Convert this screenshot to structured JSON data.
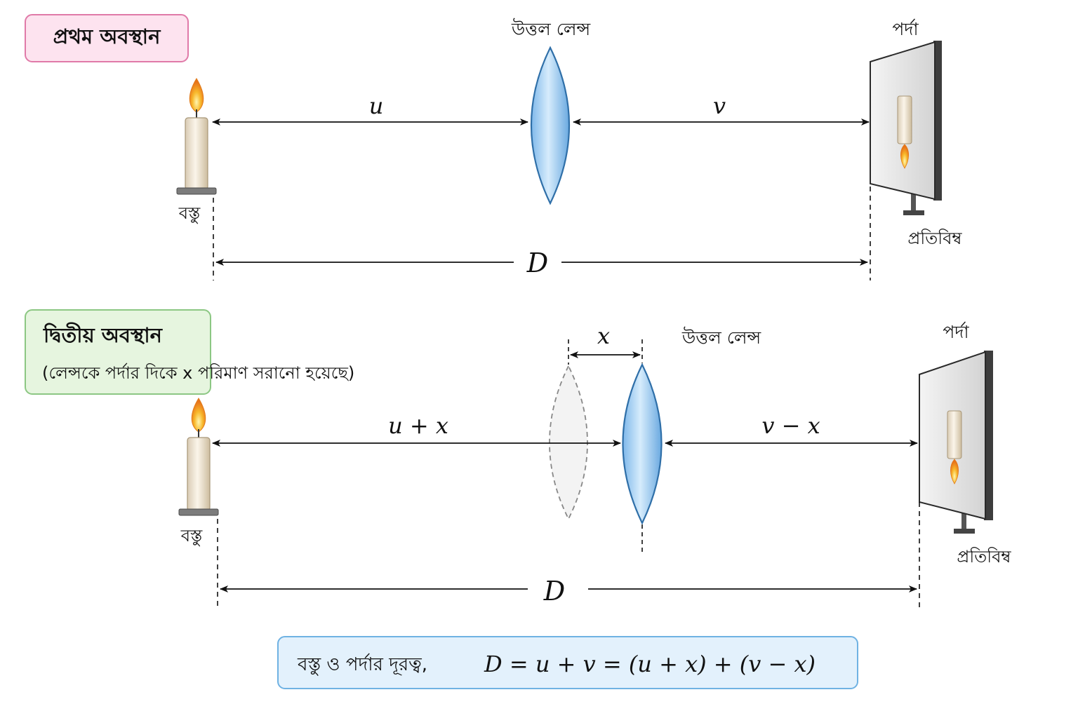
{
  "first_position": {
    "title": "প্রথম অবস্থান",
    "lens_label": "উত্তল লেন্স",
    "screen_label": "পর্দা",
    "object_label": "বস্তু",
    "image_label": "প্রতিবিম্ব",
    "u_label": "u",
    "v_label": "v",
    "d_label": "D"
  },
  "second_position": {
    "title": "দ্বিতীয় অবস্থান",
    "subtitle": "(লেন্সকে পর্দার দিকে x পরিমাণ সরানো হয়েছে)",
    "lens_label": "উত্তল লেন্স",
    "screen_label": "পর্দা",
    "object_label": "বস্তু",
    "image_label": "প্রতিবিম্ব",
    "x_label": "x",
    "u_label": "u + x",
    "v_label": "v − x",
    "d_label": "D"
  },
  "equation": {
    "prefix": "বস্তু ও পর্দার দূরত্ব,",
    "formula": "D = u + v = (u + x) + (v − x)"
  },
  "colors": {
    "title1_bg": "#fde3ef",
    "title1_border": "#e07aa8",
    "title2_bg": "#e6f5df",
    "title2_border": "#8cc783",
    "equation_bg": "#e3f1fc",
    "equation_border": "#6fb2e3",
    "lens_fill": "#a9d3f5",
    "lens_stroke": "#2f6fa8",
    "flame": "#f6a623"
  }
}
